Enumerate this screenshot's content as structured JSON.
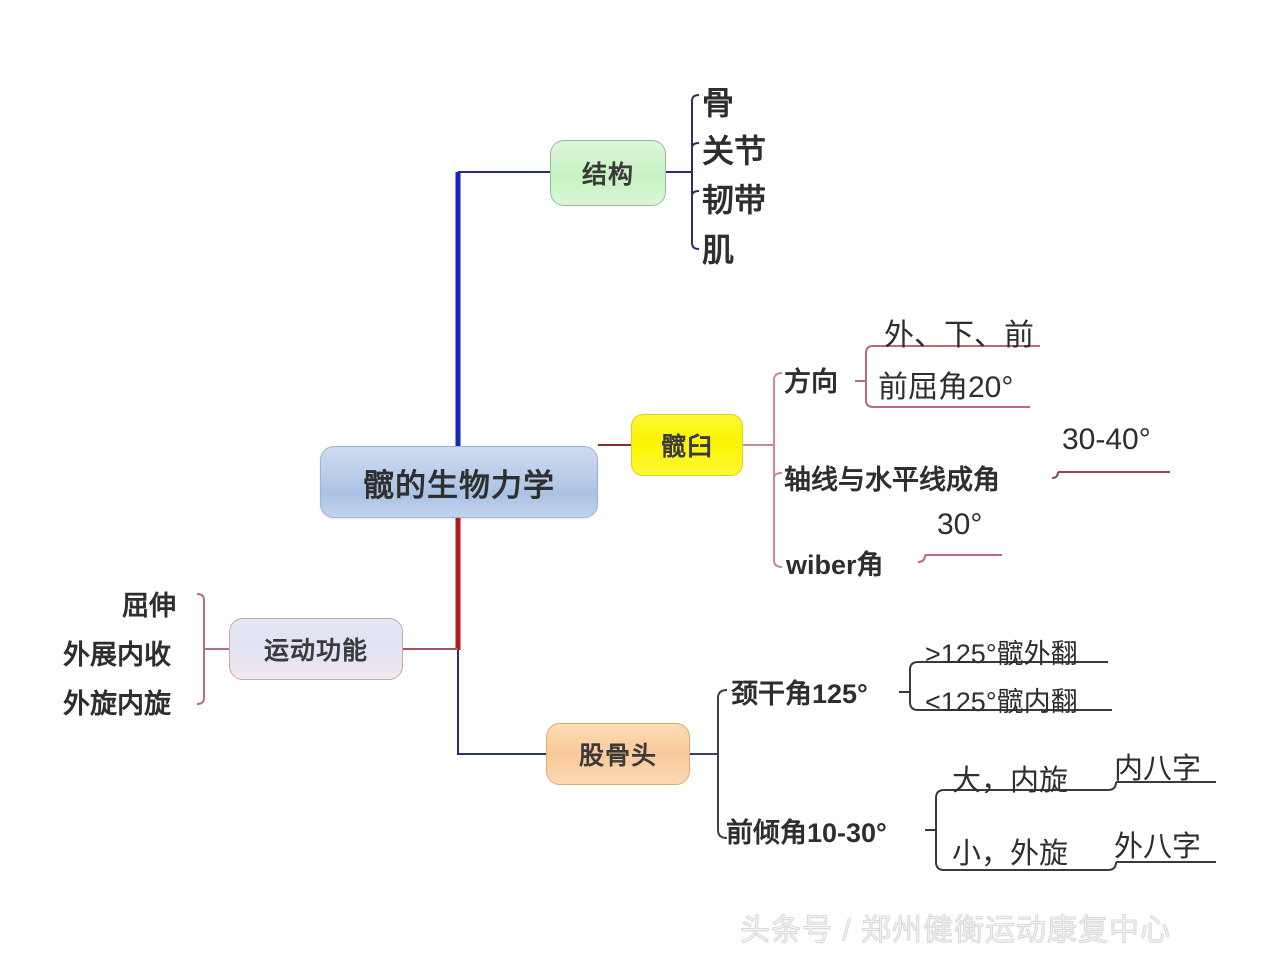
{
  "diagram": {
    "type": "mind-map",
    "title": "髋的生物力学",
    "root": {
      "label": "髋的生物力学",
      "color": "#b2c8e6"
    },
    "branches": [
      {
        "id": "structure",
        "label": "结构",
        "color": "#c8f2c2",
        "connector_color": "#2b2f6b",
        "children": [
          {
            "label": "骨"
          },
          {
            "label": "关节"
          },
          {
            "label": "韧带"
          },
          {
            "label": "肌"
          }
        ]
      },
      {
        "id": "acetabulum",
        "label": "髋臼",
        "color": "#fbf400",
        "connector_color": "#c98a93",
        "children": [
          {
            "label": "方向",
            "children": [
              {
                "label": "外、下、前"
              },
              {
                "label": "前屈角20°"
              }
            ]
          },
          {
            "label": "轴线与水平线成角",
            "children": [
              {
                "label": "30-40°"
              }
            ]
          },
          {
            "label": "wiber角",
            "children": [
              {
                "label": "30°"
              }
            ]
          }
        ]
      },
      {
        "id": "motor-function",
        "label": "运动功能",
        "color": "#e4e6f5",
        "connector_color": "#b0707f",
        "side": "left",
        "children": [
          {
            "label": "屈伸"
          },
          {
            "label": "外展内收"
          },
          {
            "label": "外旋内旋"
          }
        ]
      },
      {
        "id": "femoral-head",
        "label": "股骨头",
        "color": "#fac99a",
        "connector_color": "#3a3f52",
        "children": [
          {
            "label": "颈干角125°",
            "children": [
              {
                "label": ">125°髋外翻"
              },
              {
                "label": "<125°髋内翻"
              }
            ]
          },
          {
            "label": "前倾角10-30°",
            "children": [
              {
                "label": "大，内旋",
                "leaf": "内八字"
              },
              {
                "label": "小，外旋",
                "leaf": "外八字"
              }
            ]
          }
        ]
      }
    ],
    "trunk": {
      "up_color": "#1b23b8",
      "down_color": "#b01d1d"
    }
  },
  "watermark": {
    "text": "头条号 / 郑州健衡运动康复中心"
  }
}
